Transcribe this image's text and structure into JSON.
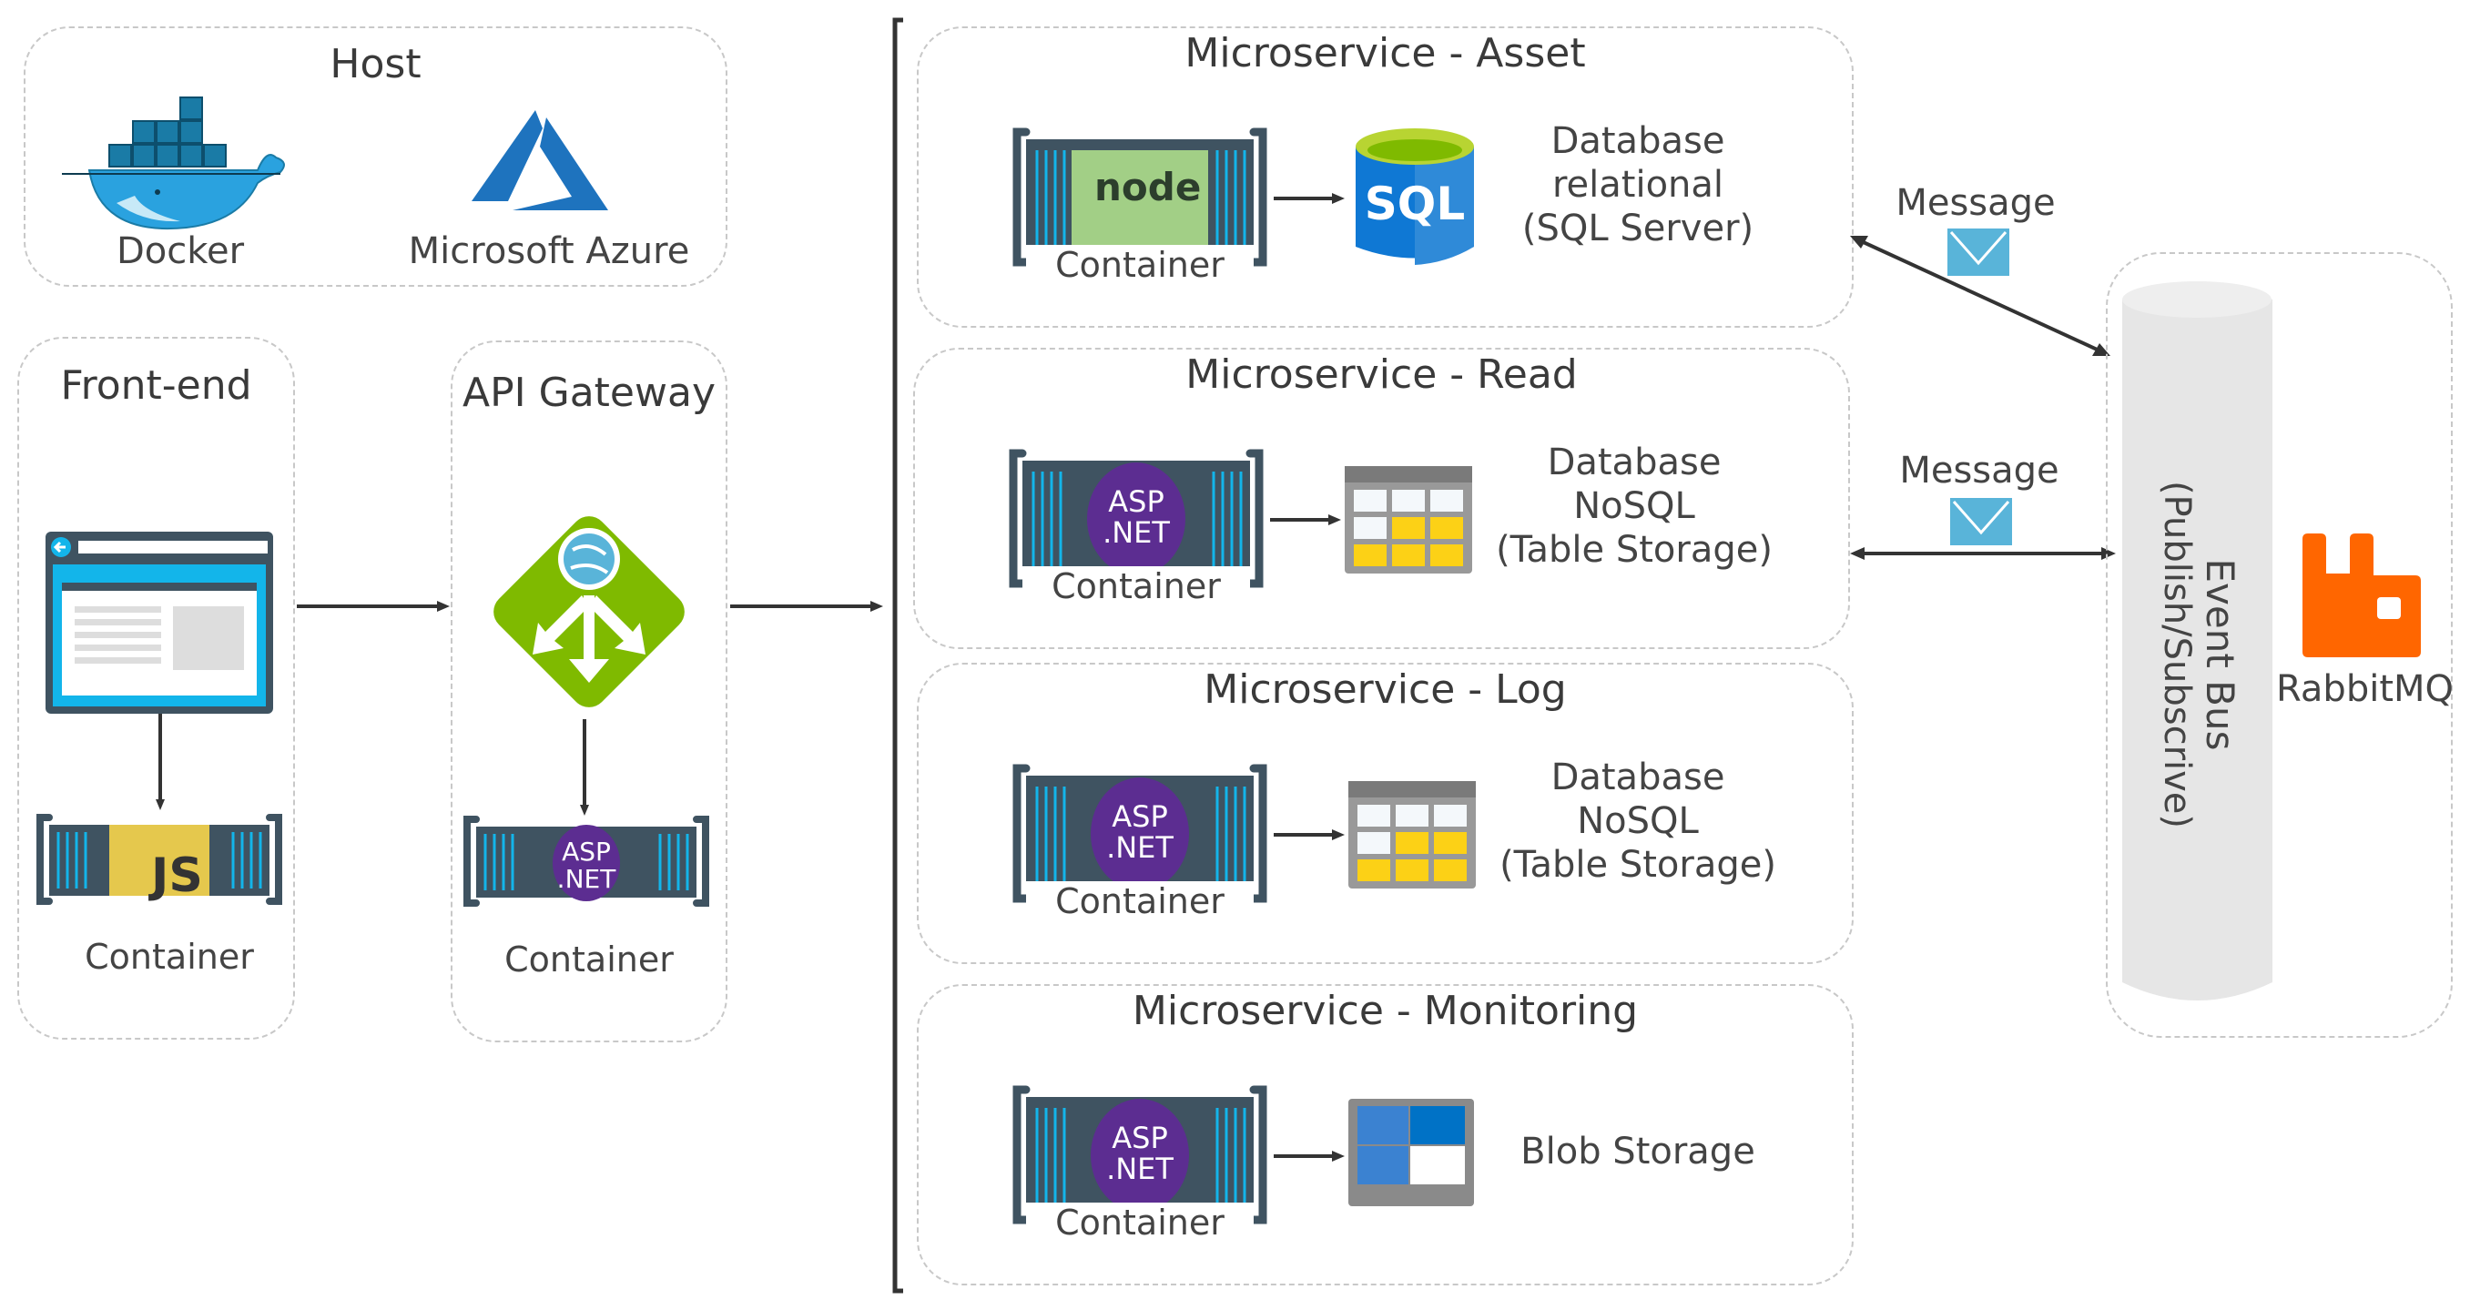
{
  "host": {
    "title": "Host",
    "items": [
      {
        "label": "Docker",
        "icon": "docker-icon"
      },
      {
        "label": "Microsoft Azure",
        "icon": "azure-icon"
      }
    ]
  },
  "frontend": {
    "title": "Front-end",
    "container_label": "Container",
    "container_tech": "JS"
  },
  "gateway": {
    "title": "API Gateway",
    "container_label": "Container",
    "container_tech": [
      "ASP",
      ".NET"
    ]
  },
  "microservices": [
    {
      "title": "Microservice - Asset",
      "container_label": "Container",
      "container_tech": "node",
      "storage_icon": "sql-database-icon",
      "storage_lines": [
        "Database",
        "relational",
        "(SQL Server)"
      ]
    },
    {
      "title": "Microservice - Read",
      "container_label": "Container",
      "container_tech": [
        "ASP",
        ".NET"
      ],
      "storage_icon": "table-storage-icon",
      "storage_lines": [
        "Database",
        "NoSQL",
        "(Table Storage)"
      ]
    },
    {
      "title": "Microservice - Log",
      "container_label": "Container",
      "container_tech": [
        "ASP",
        ".NET"
      ],
      "storage_icon": "table-storage-icon",
      "storage_lines": [
        "Database",
        "NoSQL",
        "(Table Storage)"
      ]
    },
    {
      "title": "Microservice - Monitoring",
      "container_label": "Container",
      "container_tech": [
        "ASP",
        ".NET"
      ],
      "storage_icon": "blob-storage-icon",
      "storage_lines": [
        "Blob Storage"
      ]
    }
  ],
  "messages": [
    {
      "label": "Message"
    },
    {
      "label": "Message"
    }
  ],
  "event_bus": {
    "title": "Event Bus",
    "subtitle": "(Publish/Subscrive)",
    "broker_label": "RabbitMQ"
  },
  "colors": {
    "container_dark": "#3f5361",
    "container_stripe": "#13b5ea",
    "aspnet_purple": "#5c2d91",
    "js_yellow": "#e5c84d",
    "node_green": "#a2cf86",
    "sql_blue": "#0f78d4",
    "sql_top": "#b8d432",
    "table_yellow": "#fcd116",
    "blob_blue": "#0072c6",
    "gateway_green": "#7fba00",
    "envelope_blue": "#59b4d9",
    "rabbit_orange": "#ff6600",
    "docker_blue": "#2496ed",
    "azure_blue": "#1e73be",
    "arrow": "#333333",
    "dash_border": "#c8c8c8"
  }
}
